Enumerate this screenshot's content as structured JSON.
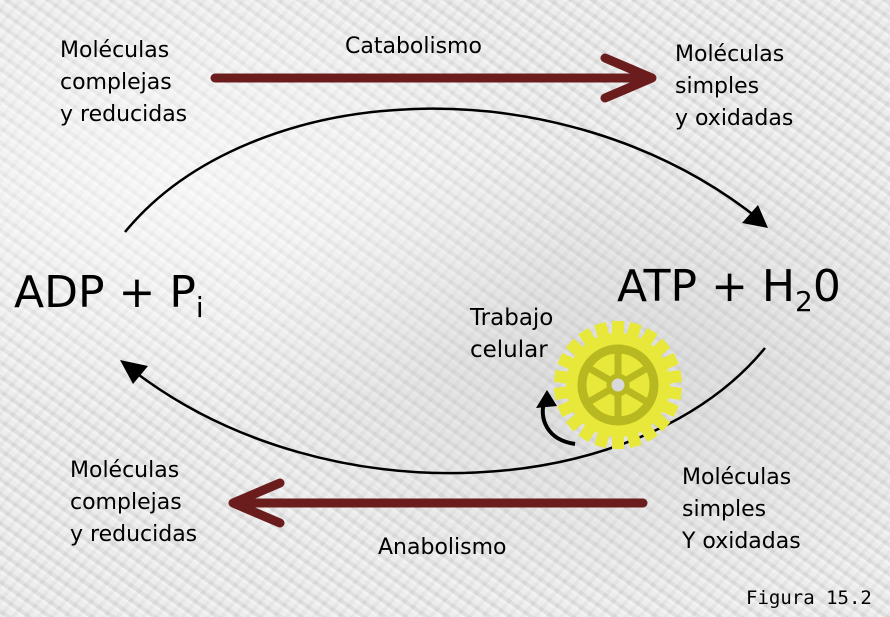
{
  "top_left": "Moléculas\ncomplejas\ny reducidas",
  "top_right": "Moléculas\nsimples\ny oxidadas",
  "bottom_left": "Moléculas\ncomplejas\ny reducidas",
  "bottom_right": "Moléculas\nsimples\nY oxidadas",
  "catabolism": "Catabolismo",
  "anabolism": "Anabolismo",
  "adp_main": "ADP + P",
  "adp_sub": "i",
  "atp_main": "ATP + H",
  "atp_sub": "2",
  "atp_end": "0",
  "work": "Trabajo\ncelular",
  "figure": "Figura 15.2",
  "colors": {
    "arrow": "#6b1d1d",
    "gear": "#e8e83a",
    "gear_stroke": "#b8b820"
  },
  "icons": {
    "gear": "gear-icon"
  }
}
